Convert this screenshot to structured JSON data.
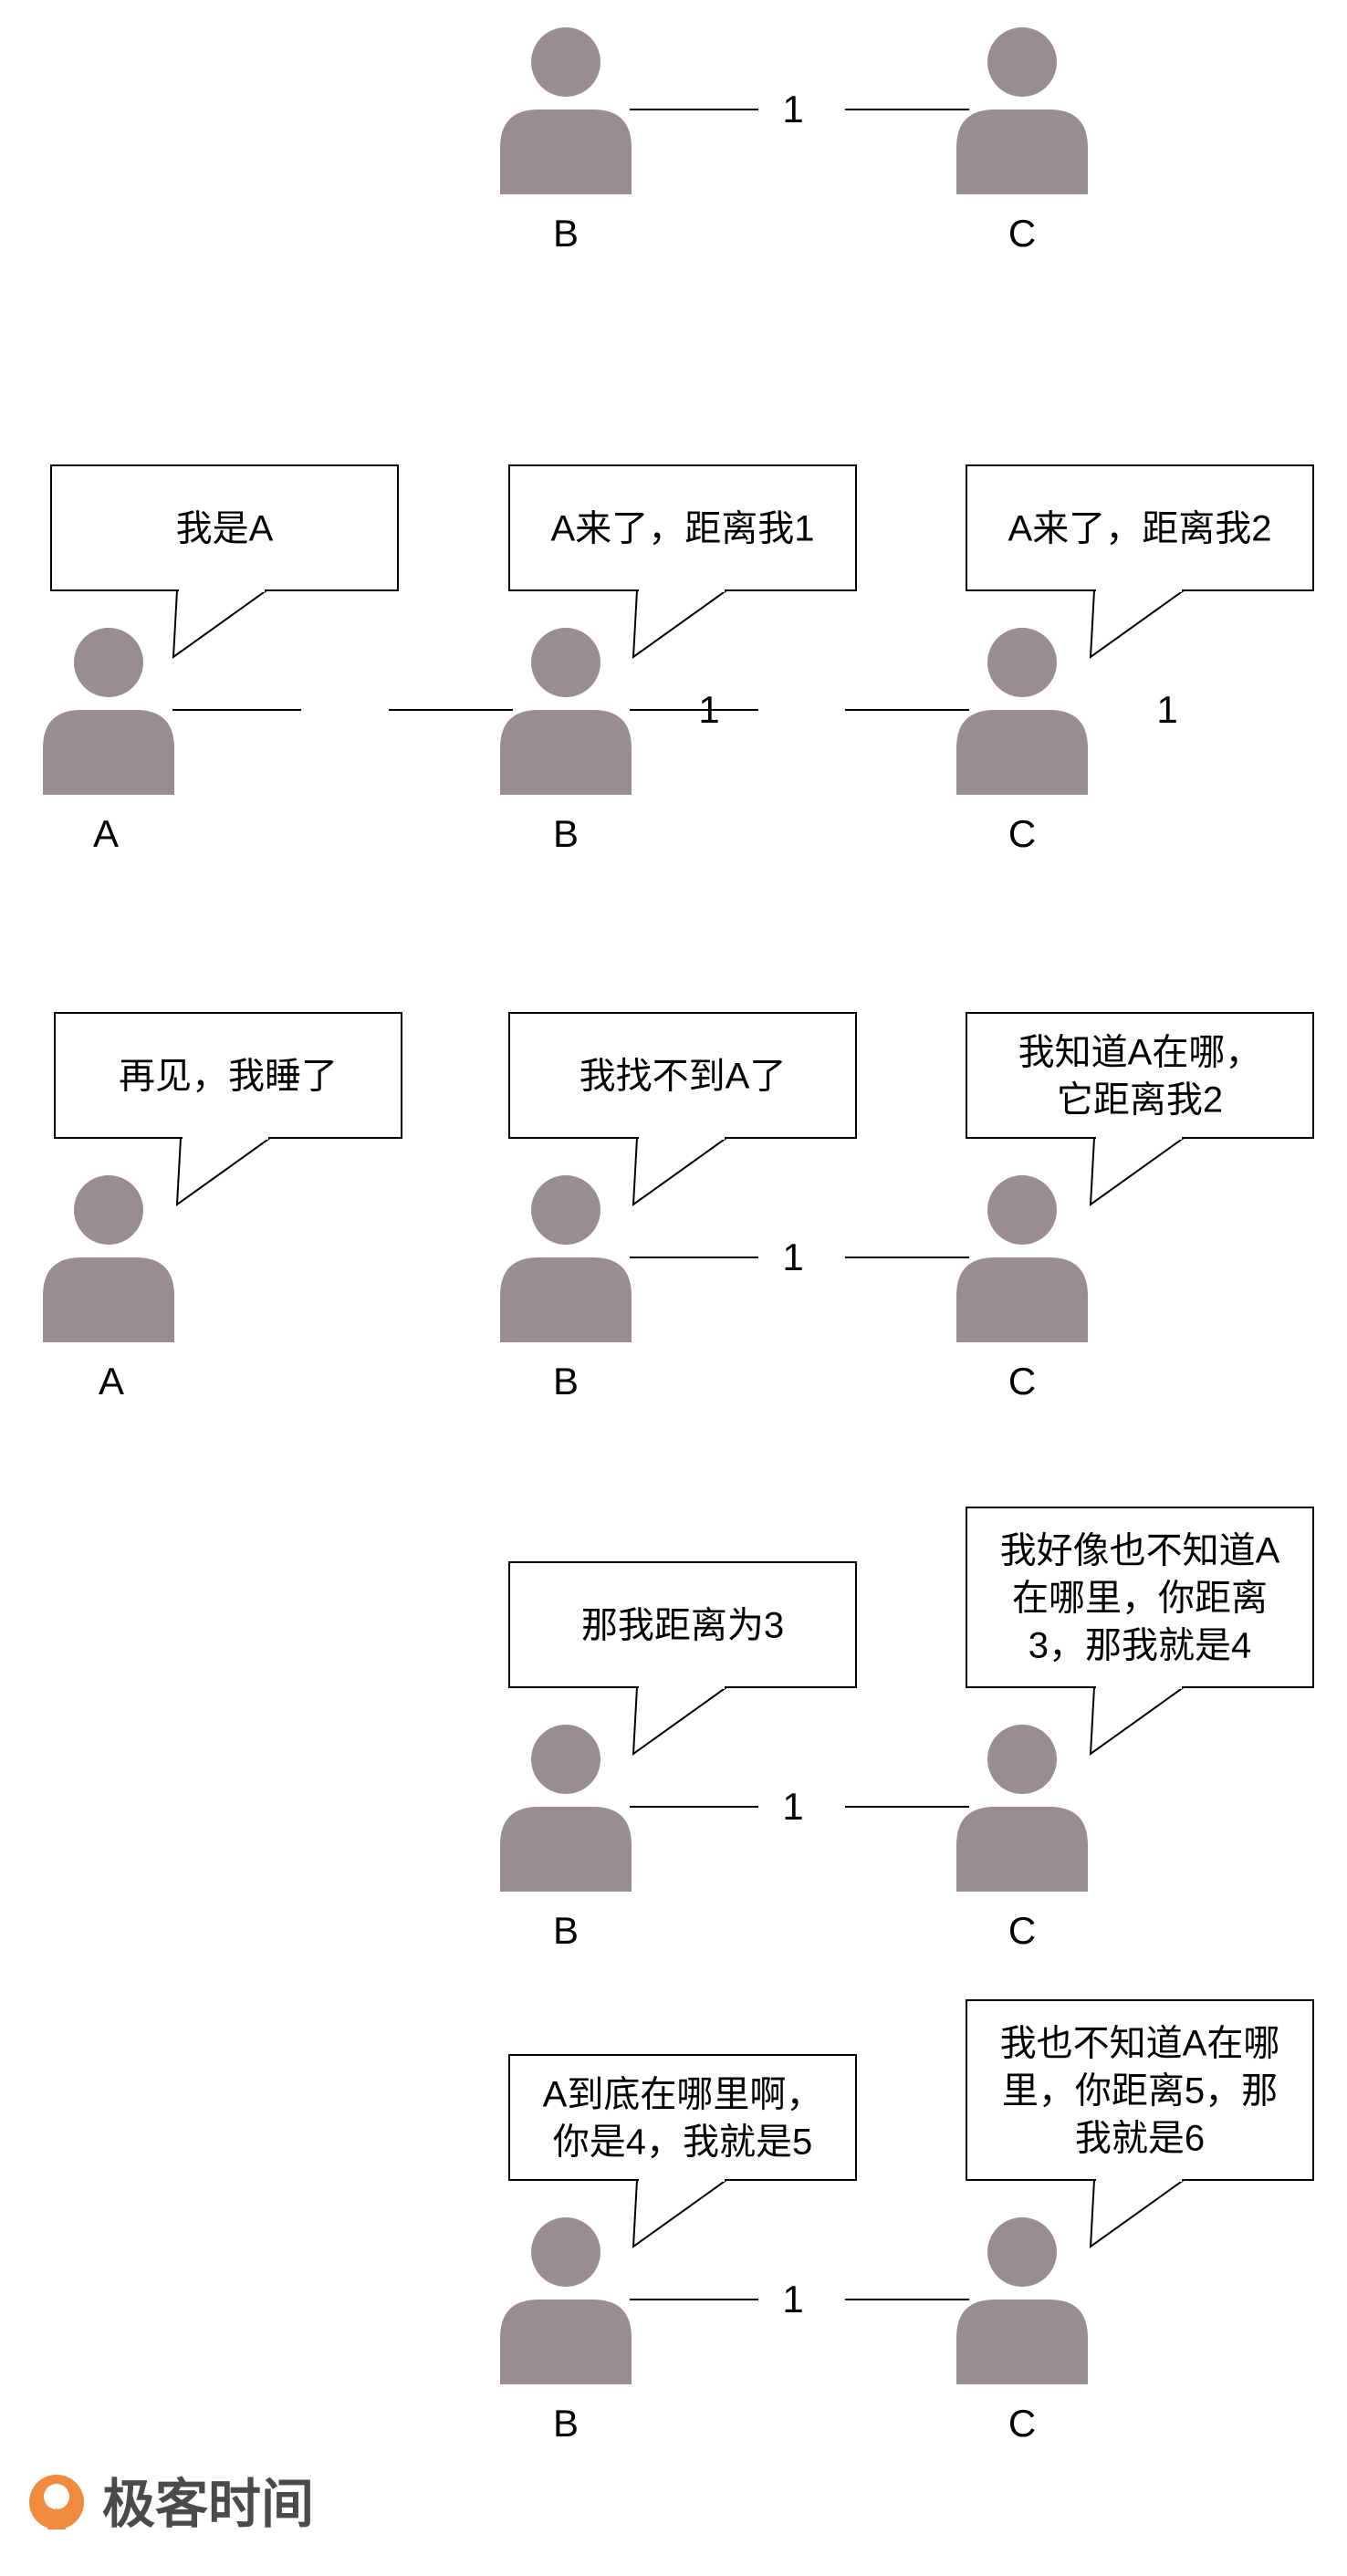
{
  "colors": {
    "person": "#9a8d91",
    "stroke": "#000000",
    "bubble_fill": "#ffffff",
    "watermark_text": "#4a4a4a",
    "watermark_icon": "#f08a3c"
  },
  "icons": {
    "person": "person-icon",
    "watermark": "jike-logo-icon"
  },
  "scenes": [
    {
      "people": [
        {
          "label": "B"
        },
        {
          "label": "C"
        }
      ],
      "links": [
        {
          "weight": "1"
        }
      ],
      "bubbles": []
    },
    {
      "people": [
        {
          "label": "A"
        },
        {
          "label": "B"
        },
        {
          "label": "C"
        }
      ],
      "links": [
        {
          "weight": "1"
        },
        {
          "weight": "1"
        }
      ],
      "bubbles": [
        {
          "lines": [
            "我是A"
          ]
        },
        {
          "lines": [
            "A来了，距离我1"
          ]
        },
        {
          "lines": [
            "A来了，距离我2"
          ]
        }
      ]
    },
    {
      "people": [
        {
          "label": "A"
        },
        {
          "label": "B"
        },
        {
          "label": "C"
        }
      ],
      "links": [
        {
          "weight": "1"
        }
      ],
      "bubbles": [
        {
          "lines": [
            "再见，我睡了"
          ]
        },
        {
          "lines": [
            "我找不到A了"
          ]
        },
        {
          "lines": [
            "我知道A在哪，",
            "它距离我2"
          ]
        }
      ]
    },
    {
      "people": [
        {
          "label": "B"
        },
        {
          "label": "C"
        }
      ],
      "links": [
        {
          "weight": "1"
        }
      ],
      "bubbles": [
        {
          "lines": [
            "那我距离为3"
          ]
        },
        {
          "lines": [
            "我好像也不知道A",
            "在哪里，你距离",
            "3，那我就是4"
          ]
        }
      ]
    },
    {
      "people": [
        {
          "label": "B"
        },
        {
          "label": "C"
        }
      ],
      "links": [
        {
          "weight": "1"
        }
      ],
      "bubbles": [
        {
          "lines": [
            "A到底在哪里啊，",
            "你是4，我就是5"
          ]
        },
        {
          "lines": [
            "我也不知道A在哪",
            "里，你距离5，那",
            "我就是6"
          ]
        }
      ]
    }
  ],
  "watermark": {
    "text": "极客时间"
  }
}
